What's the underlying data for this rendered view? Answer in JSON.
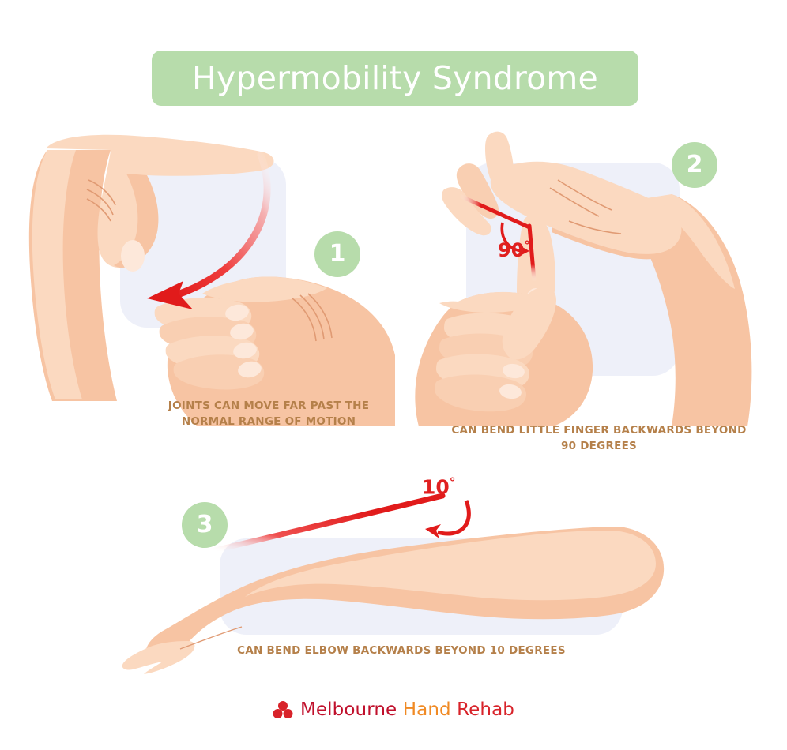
{
  "header": {
    "title": "Hypermobility Syndrome",
    "banner_color": "#b7dcab",
    "title_color": "#ffffff"
  },
  "theme": {
    "background": "#ffffff",
    "panel_fill": "#eef0f9",
    "badge_fill": "#b7dcab",
    "caption_color": "#b5804a",
    "accent_red": "#e02020",
    "skin_light": "#fbd9c0",
    "skin_mid": "#f7c4a3",
    "skin_shadow": "#eeae8a",
    "skin_line": "#e09a73"
  },
  "steps": [
    {
      "number": "1",
      "caption": "JOINTS CAN MOVE FAR PAST THE\nNORMAL RANGE OF MOTION",
      "caption_line_1": "JOINTS CAN MOVE FAR PAST THE",
      "caption_line_2": "NORMAL RANGE OF MOTION",
      "illustration": "thumb-bent-to-forearm",
      "arrow": "curved-red-arrow-left",
      "angle_label": null
    },
    {
      "number": "2",
      "caption": "CAN BEND LITTLE FINGER BACKWARDS BEYOND\n90 DEGREES",
      "caption_line_1": "CAN BEND LITTLE FINGER BACKWARDS BEYOND",
      "caption_line_2": "90 DEGREES",
      "illustration": "little-finger-bent-backwards",
      "arrow": "curved-red-arrow-angle",
      "angle_label": "90",
      "angle_unit": "°"
    },
    {
      "number": "3",
      "caption": "CAN BEND ELBOW BACKWARDS BEYOND 10 DEGREES",
      "caption_line_1": "CAN BEND ELBOW BACKWARDS BEYOND 10 DEGREES",
      "caption_line_2": "",
      "illustration": "hyperextended-elbow",
      "arrow": "curved-red-arrow-angle",
      "angle_label": "10",
      "angle_unit": "°"
    }
  ],
  "footer": {
    "logo_part_1": "Melbourne",
    "logo_part_2": "Hand",
    "logo_part_3": "Rehab",
    "logo_mark": "three-circle-clover-icon",
    "color_1": "#c0102c",
    "color_2": "#f08a24",
    "color_3": "#d8232a"
  }
}
